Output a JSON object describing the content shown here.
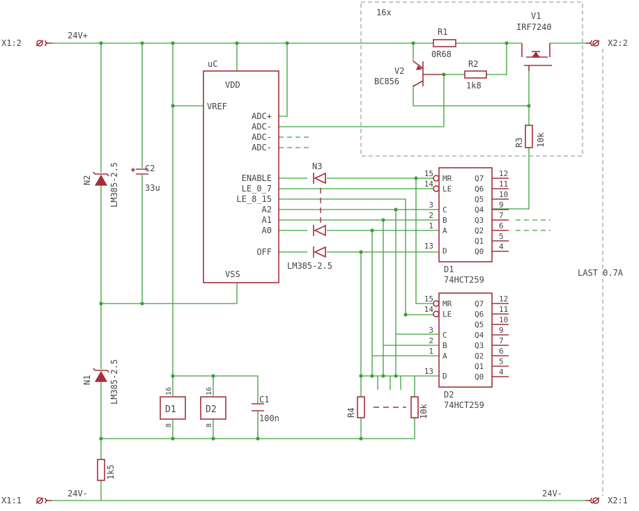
{
  "labels": {
    "x1_2": "X1:2",
    "x1_1": "X1:1",
    "x2_2": "X2:2",
    "x2_1": "X2:1",
    "v24p": "24V+",
    "v24m_l": "24V-",
    "v24m_r": "24V-",
    "uc": "uC",
    "vdd": "VDD",
    "vref": "VREF",
    "vss": "VSS",
    "adc_p": "ADC+",
    "adc_m1": "ADC-",
    "adc_m2": "ADC-",
    "adc_m3": "ADC-",
    "enable": "ENABLE",
    "le07": "LE_0_7",
    "le815": "LE_8_15",
    "a2": "A2",
    "a1": "A1",
    "a0": "A0",
    "off": "OFF",
    "mult": "16x",
    "r1": "R1",
    "r1v": "0R68",
    "r2": "R2",
    "r2v": "1k8",
    "v1": "V1",
    "v1v": "IRF7240",
    "v2": "V2",
    "v2v": "BC856",
    "r3": "R3",
    "r3v": "10k",
    "r4": "R4",
    "r4v": "10k",
    "n2": "N2",
    "n2v": "LM385-2.5",
    "n1": "N1",
    "n1v": "LM385-2.5",
    "n3": "N3",
    "n3v": "LM385-2.5",
    "c2": "C2",
    "c2v": "33u",
    "c1": "C1",
    "c1v": "100n",
    "r1k5": "1k5",
    "d1": "D1",
    "d1v": "74HCT259",
    "d2": "D2",
    "d2v": "74HCT259",
    "d1box": "D1",
    "d2box": "D2",
    "p16a": "16",
    "p8a": "8",
    "p16b": "16",
    "p8b": "8",
    "last": "LAST 0.7A"
  },
  "chip": {
    "left_pins": [
      "15",
      "14",
      "3",
      "2",
      "1",
      "13"
    ],
    "left_names": [
      "MR",
      "LE",
      "C",
      "B",
      "A",
      "D"
    ],
    "right_names": [
      "Q7",
      "Q6",
      "Q5",
      "Q4",
      "Q3",
      "Q2",
      "Q1",
      "Q0"
    ],
    "d1_right_pins": [
      "12",
      "11",
      "10",
      "9",
      "7",
      "6",
      "5",
      "4"
    ],
    "d2_right_pins": [
      "12",
      "11",
      "10",
      "9",
      "7",
      "6",
      "5",
      "4"
    ]
  },
  "colors": {
    "wire": "#3aa23a",
    "part": "#a0303a",
    "text": "#444444",
    "frame": "#888888"
  }
}
